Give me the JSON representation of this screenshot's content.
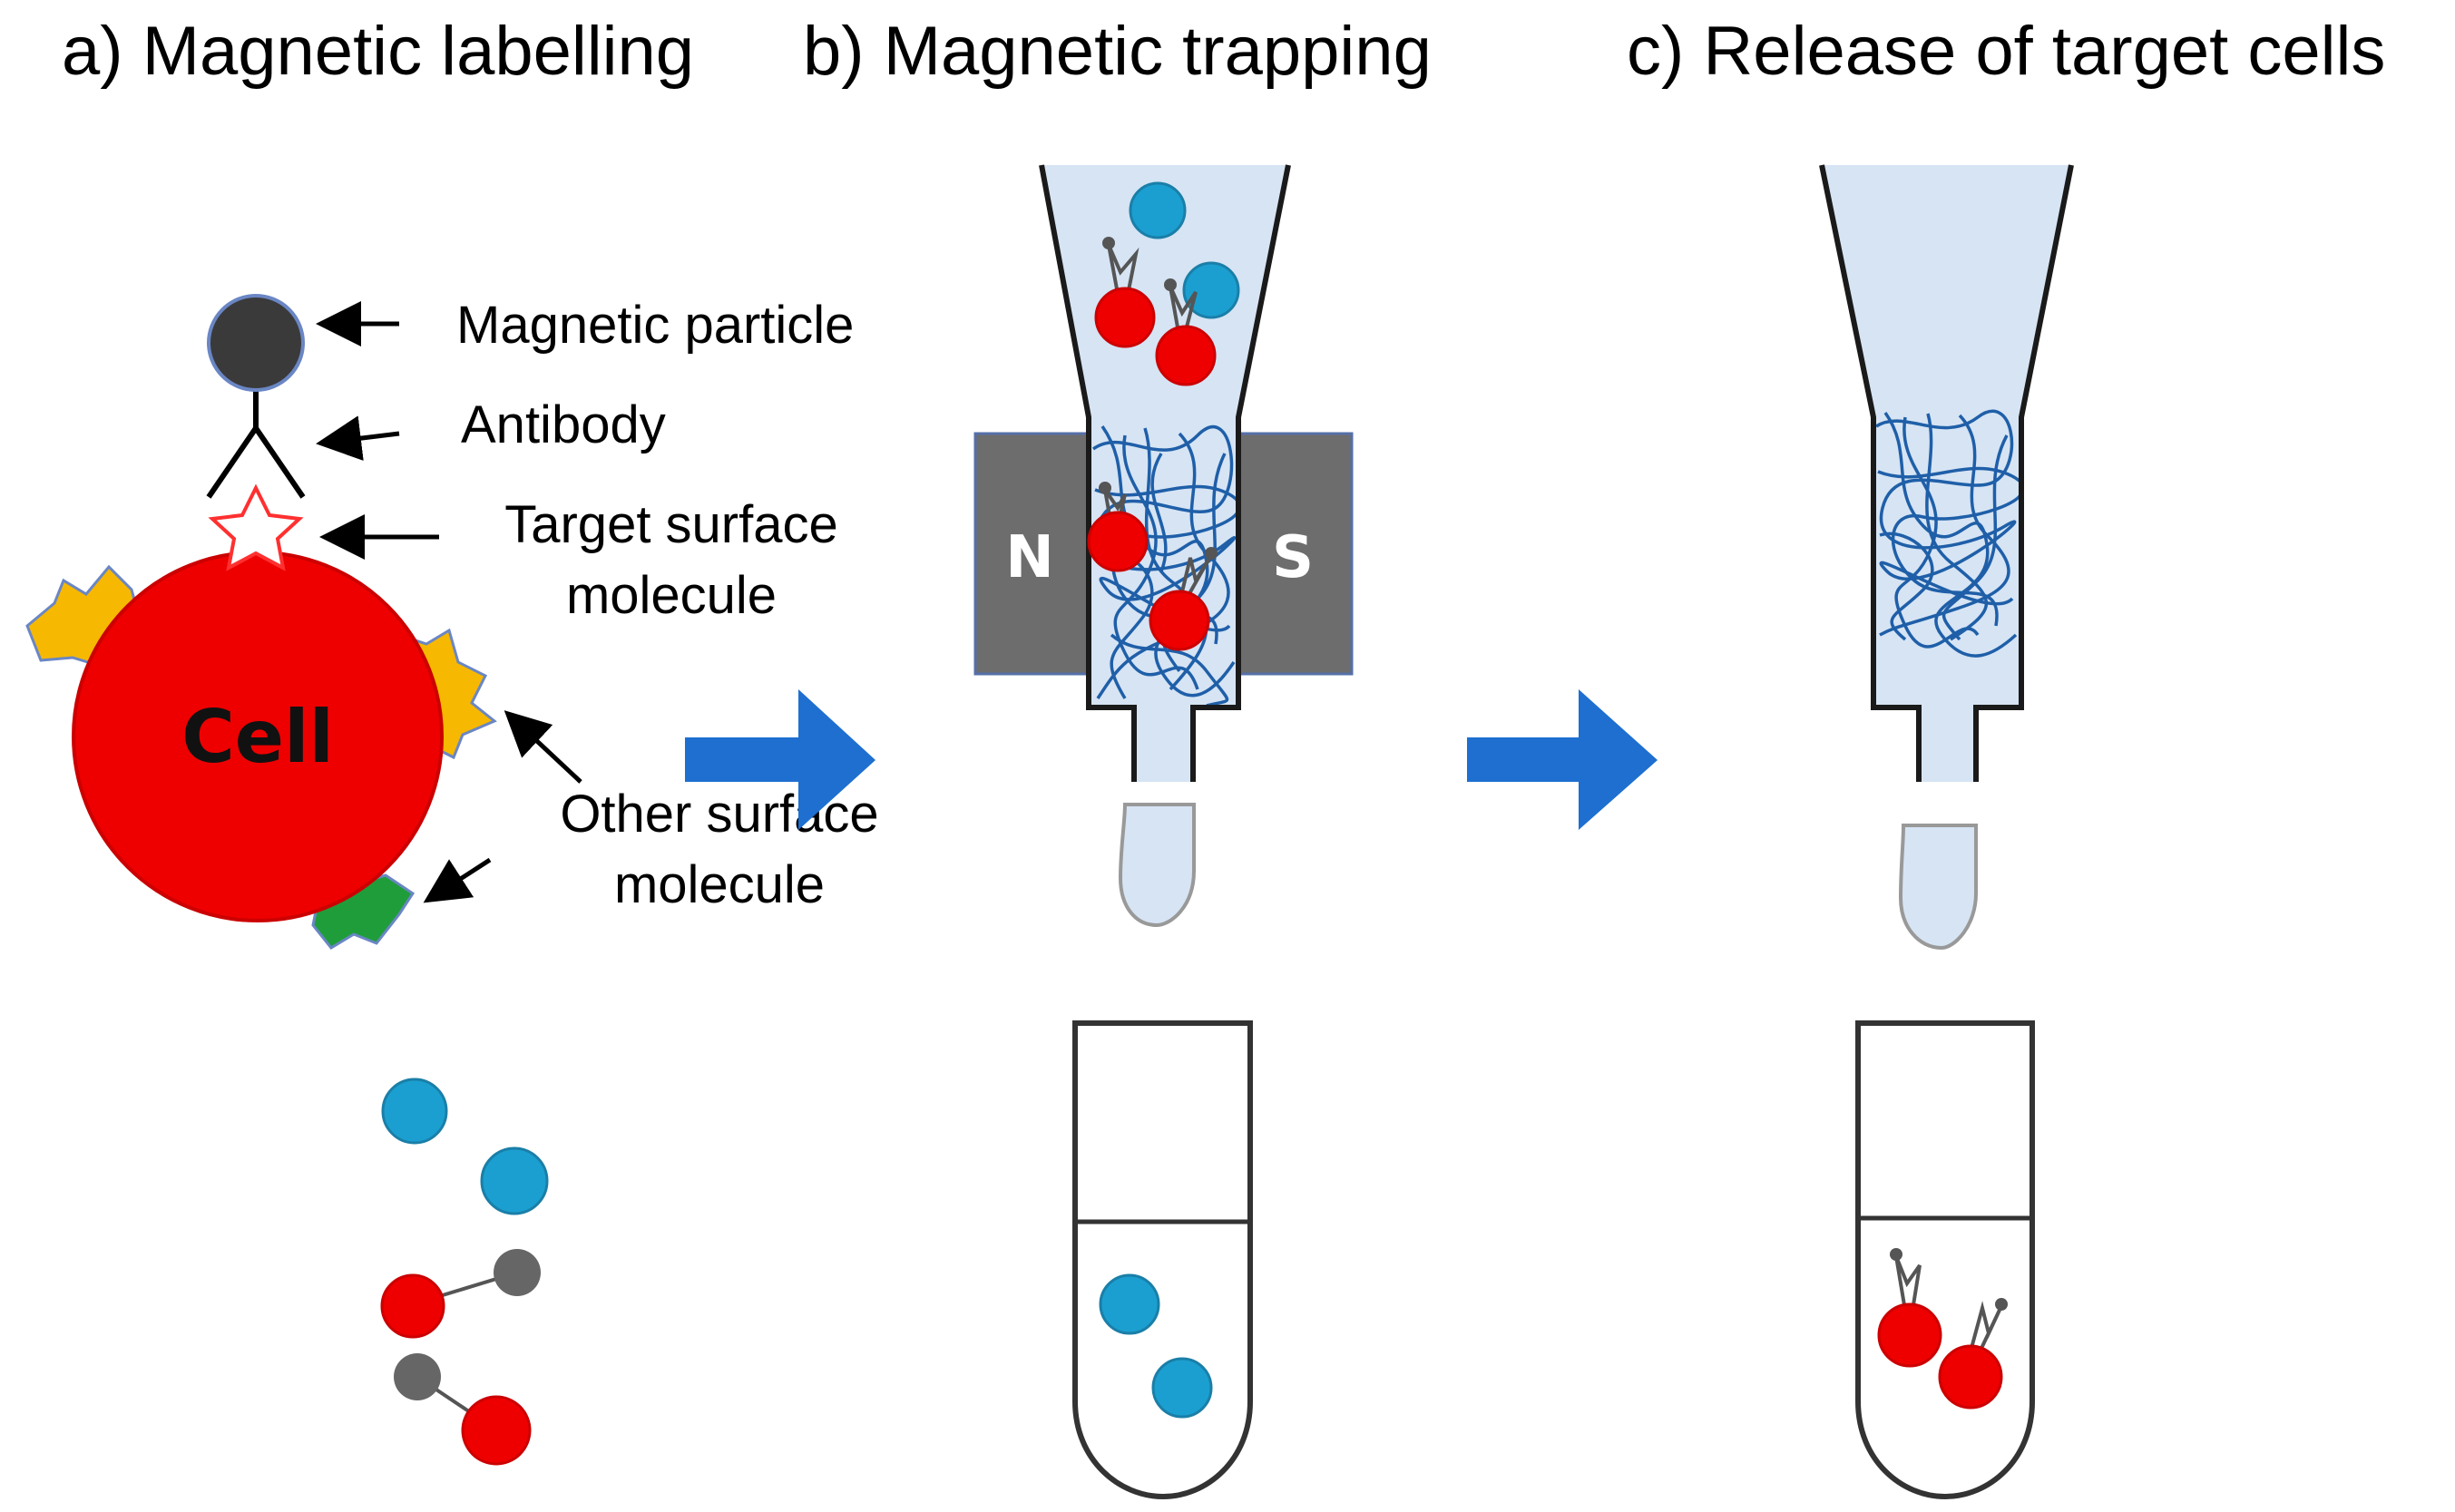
{
  "headings": {
    "a": "a) Magnetic labelling",
    "b": "b) Magnetic trapping",
    "c": "c) Release of target cells"
  },
  "labels": {
    "magnetic_particle": "Magnetic particle",
    "antibody": "Antibody",
    "target_line1": "Target surface",
    "target_line2": "molecule",
    "other_line1": "Other surface",
    "other_line2": "molecule",
    "cell": "Cell",
    "north": "N",
    "south": "S"
  },
  "colors": {
    "cell_red": "#ee0000",
    "particle_blue": "#1b9fd0",
    "particle_dark": "#3a3a3a",
    "column_fill": "#d6e4f4",
    "fiber_blue": "#1f5fa8",
    "magnet_gray": "#6d6d6d",
    "arrow_blue": "#1e6fd0",
    "other_molecule_yellow": "#f6b800",
    "other_molecule_green": "#1f9d3a"
  }
}
